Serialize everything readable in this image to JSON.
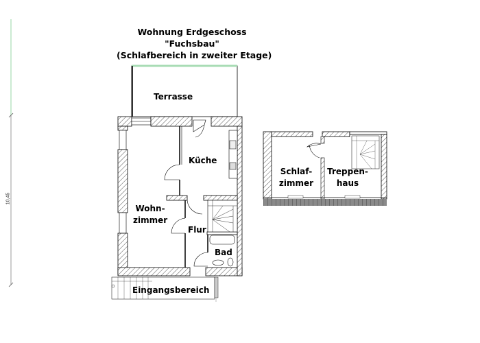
{
  "title": {
    "line1": "Wohnung Erdgeschoss",
    "line2": "\"Fuchsbau\"",
    "line3": "(Schlafbereich in zweiter Etage)"
  },
  "dimension": {
    "value": "10,45"
  },
  "ground_floor": {
    "rooms": {
      "terrasse": "Terrasse",
      "kueche": "Küche",
      "wohnzimmer_1": "Wohn-",
      "wohnzimmer_2": "zimmer",
      "flur": "Flur",
      "bad": "Bad",
      "eingangsbereich": "Eingangsbereich"
    }
  },
  "upper_floor": {
    "rooms": {
      "schlafzimmer_1": "Schlaf-",
      "schlafzimmer_2": "zimmer",
      "treppenhaus_1": "Treppen-",
      "treppenhaus_2": "haus"
    }
  },
  "colors": {
    "wall": "#000000",
    "hatch": "#555555",
    "dimension_line_top": "#a8dcb4",
    "dimension_line": "#999999",
    "roof_band": "#777777"
  }
}
